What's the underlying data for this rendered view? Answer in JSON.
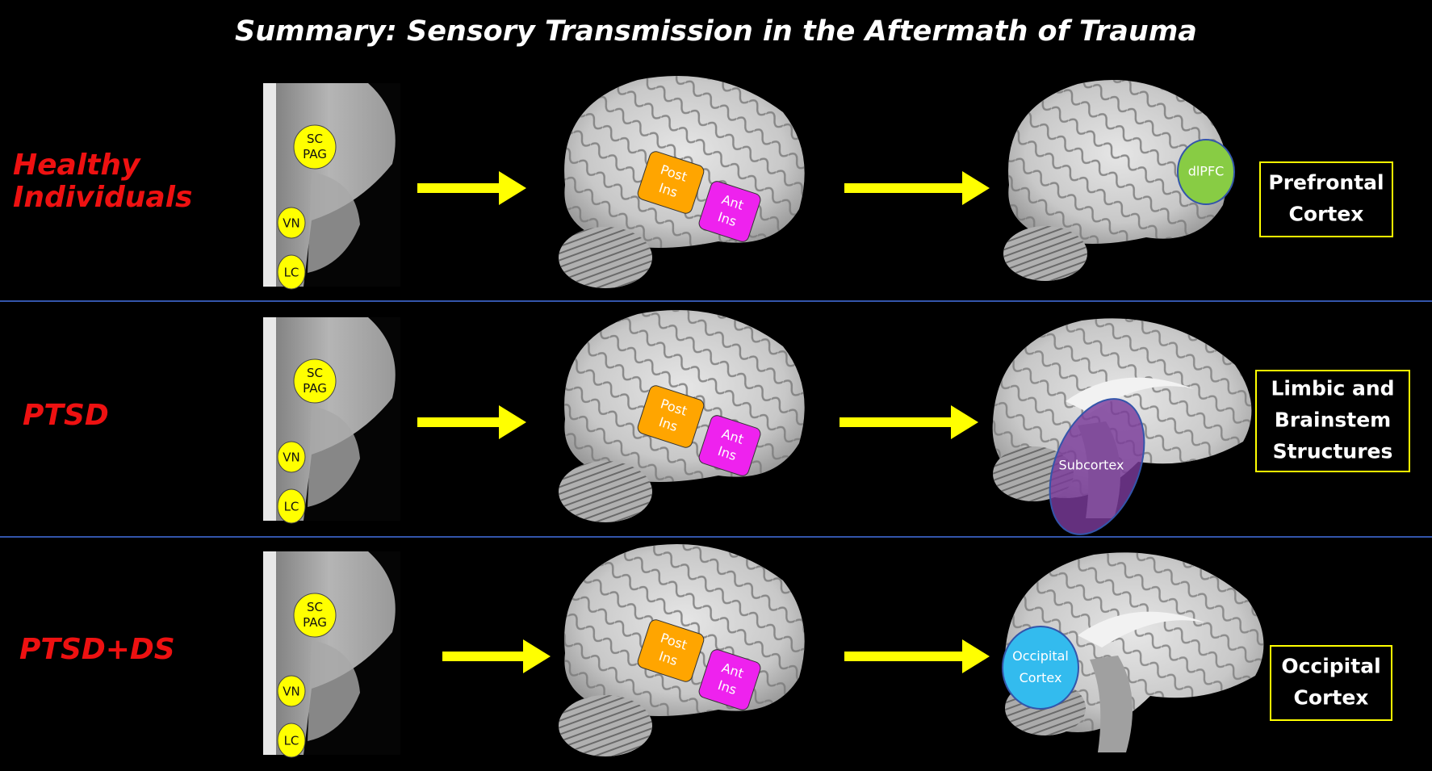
{
  "title": "Summary: Sensory Transmission in the Aftermath of Trauma",
  "colors": {
    "background": "#000000",
    "group_label": "#ee1111",
    "arrow": "#ffff00",
    "brainstem_marker": "#ffff00",
    "posterior_insula": "#ffa500",
    "anterior_insula": "#ee22ee",
    "dlpfc": "#88cc44",
    "subcortex": "#7a3a9a",
    "occipital": "#33bbee",
    "box_border": "#ffff00",
    "divider": "#3355aa"
  },
  "rows": [
    {
      "label_lines": [
        "Healthy",
        "Individuals"
      ],
      "brainstem": {
        "sc_pag": [
          "SC",
          "PAG"
        ],
        "vn": "VN",
        "lc": "LC"
      },
      "insula": {
        "posterior": [
          "Post",
          "Ins"
        ],
        "anterior": [
          "Ant",
          "Ins"
        ]
      },
      "target_region": [
        "dlPFC"
      ],
      "target_icon": "dlpfc-region-icon",
      "box_lines": [
        "Prefrontal",
        "Cortex"
      ]
    },
    {
      "label_lines": [
        "PTSD"
      ],
      "brainstem": {
        "sc_pag": [
          "SC",
          "PAG"
        ],
        "vn": "VN",
        "lc": "LC"
      },
      "insula": {
        "posterior": [
          "Post",
          "Ins"
        ],
        "anterior": [
          "Ant",
          "Ins"
        ]
      },
      "target_region": [
        "Subcortex"
      ],
      "target_icon": "subcortex-region-icon",
      "box_lines": [
        "Limbic and",
        "Brainstem",
        "Structures"
      ]
    },
    {
      "label_lines": [
        "PTSD+DS"
      ],
      "brainstem": {
        "sc_pag": [
          "SC",
          "PAG"
        ],
        "vn": "VN",
        "lc": "LC"
      },
      "insula": {
        "posterior": [
          "Post",
          "Ins"
        ],
        "anterior": [
          "Ant",
          "Ins"
        ]
      },
      "target_region": [
        "Occipital",
        "Cortex"
      ],
      "target_icon": "occipital-region-icon",
      "box_lines": [
        "Occipital",
        "Cortex"
      ]
    }
  ]
}
